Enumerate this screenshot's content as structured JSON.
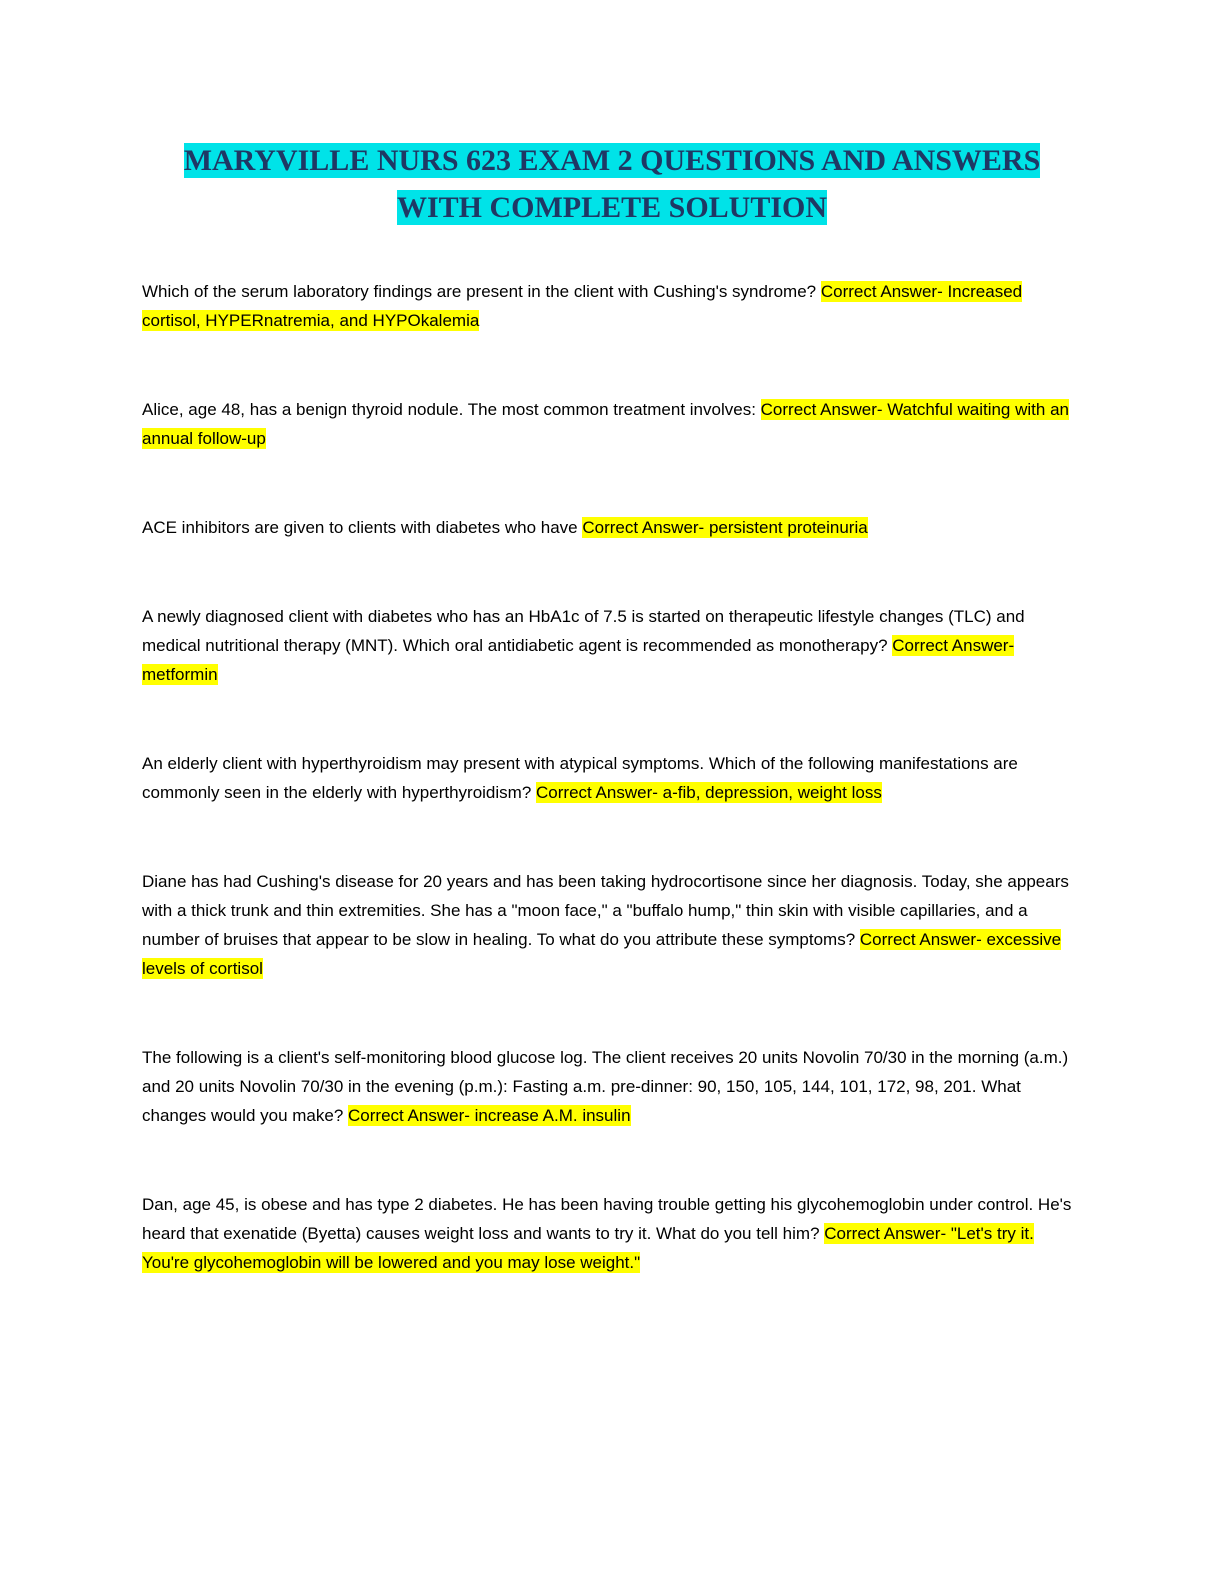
{
  "document": {
    "title": "MARYVILLE NURS 623 EXAM 2 QUESTIONS AND ANSWERS WITH COMPLETE SOLUTION"
  },
  "colors": {
    "title_text": "#1f3864",
    "title_highlight": "#00e3e8",
    "answer_highlight": "#ffff00",
    "body_text": "#000000",
    "page_background": "#ffffff"
  },
  "qa": [
    {
      "question": "Which of the serum laboratory findings are present in the client with Cushing's syndrome?",
      "answer": "Correct Answer- Increased cortisol, HYPERnatremia, and HYPOkalemia"
    },
    {
      "question": "Alice, age 48, has a benign thyroid nodule. The most common treatment involves:",
      "answer": "Correct Answer- Watchful waiting with an annual follow-up"
    },
    {
      "question": "ACE inhibitors are given to clients with diabetes who have",
      "answer": "Correct Answer- persistent proteinuria"
    },
    {
      "question": "A newly diagnosed client with diabetes who has an HbA1c of 7.5 is started on therapeutic lifestyle changes (TLC) and medical nutritional therapy (MNT). Which oral antidiabetic agent is recommended as monotherapy?",
      "answer": "Correct Answer- metformin"
    },
    {
      "question": "An elderly client with hyperthyroidism may present with atypical symptoms. Which of the following manifestations are commonly seen in the elderly with hyperthyroidism?",
      "answer": "Correct Answer- a-fib, depression, weight loss"
    },
    {
      "question": "Diane has had Cushing's disease for 20 years and has been taking hydrocortisone since her diagnosis. Today, she appears with a thick trunk and thin extremities. She has a \"moon face,\" a \"buffalo hump,\" thin skin with visible capillaries, and a number of bruises that appear to be slow in healing. To what do you attribute these symptoms?",
      "answer": "Correct Answer- excessive levels of cortisol"
    },
    {
      "question": "The following is a client's self-monitoring blood glucose log. The client receives 20 units Novolin 70/30 in the morning (a.m.) and 20 units Novolin 70/30 in the evening (p.m.): Fasting a.m. pre-dinner: 90, 150, 105, 144, 101, 172, 98, 201. What changes would you make?",
      "answer": "Correct Answer- increase A.M. insulin"
    },
    {
      "question": "Dan, age 45, is obese and has type 2 diabetes. He has been having trouble getting his glycohemoglobin under control. He's heard that exenatide (Byetta) causes weight loss and wants to try it. What do you tell him?",
      "answer": "Correct Answer- \"Let's try it. You're glycohemoglobin will be lowered and you may lose weight.\""
    }
  ]
}
